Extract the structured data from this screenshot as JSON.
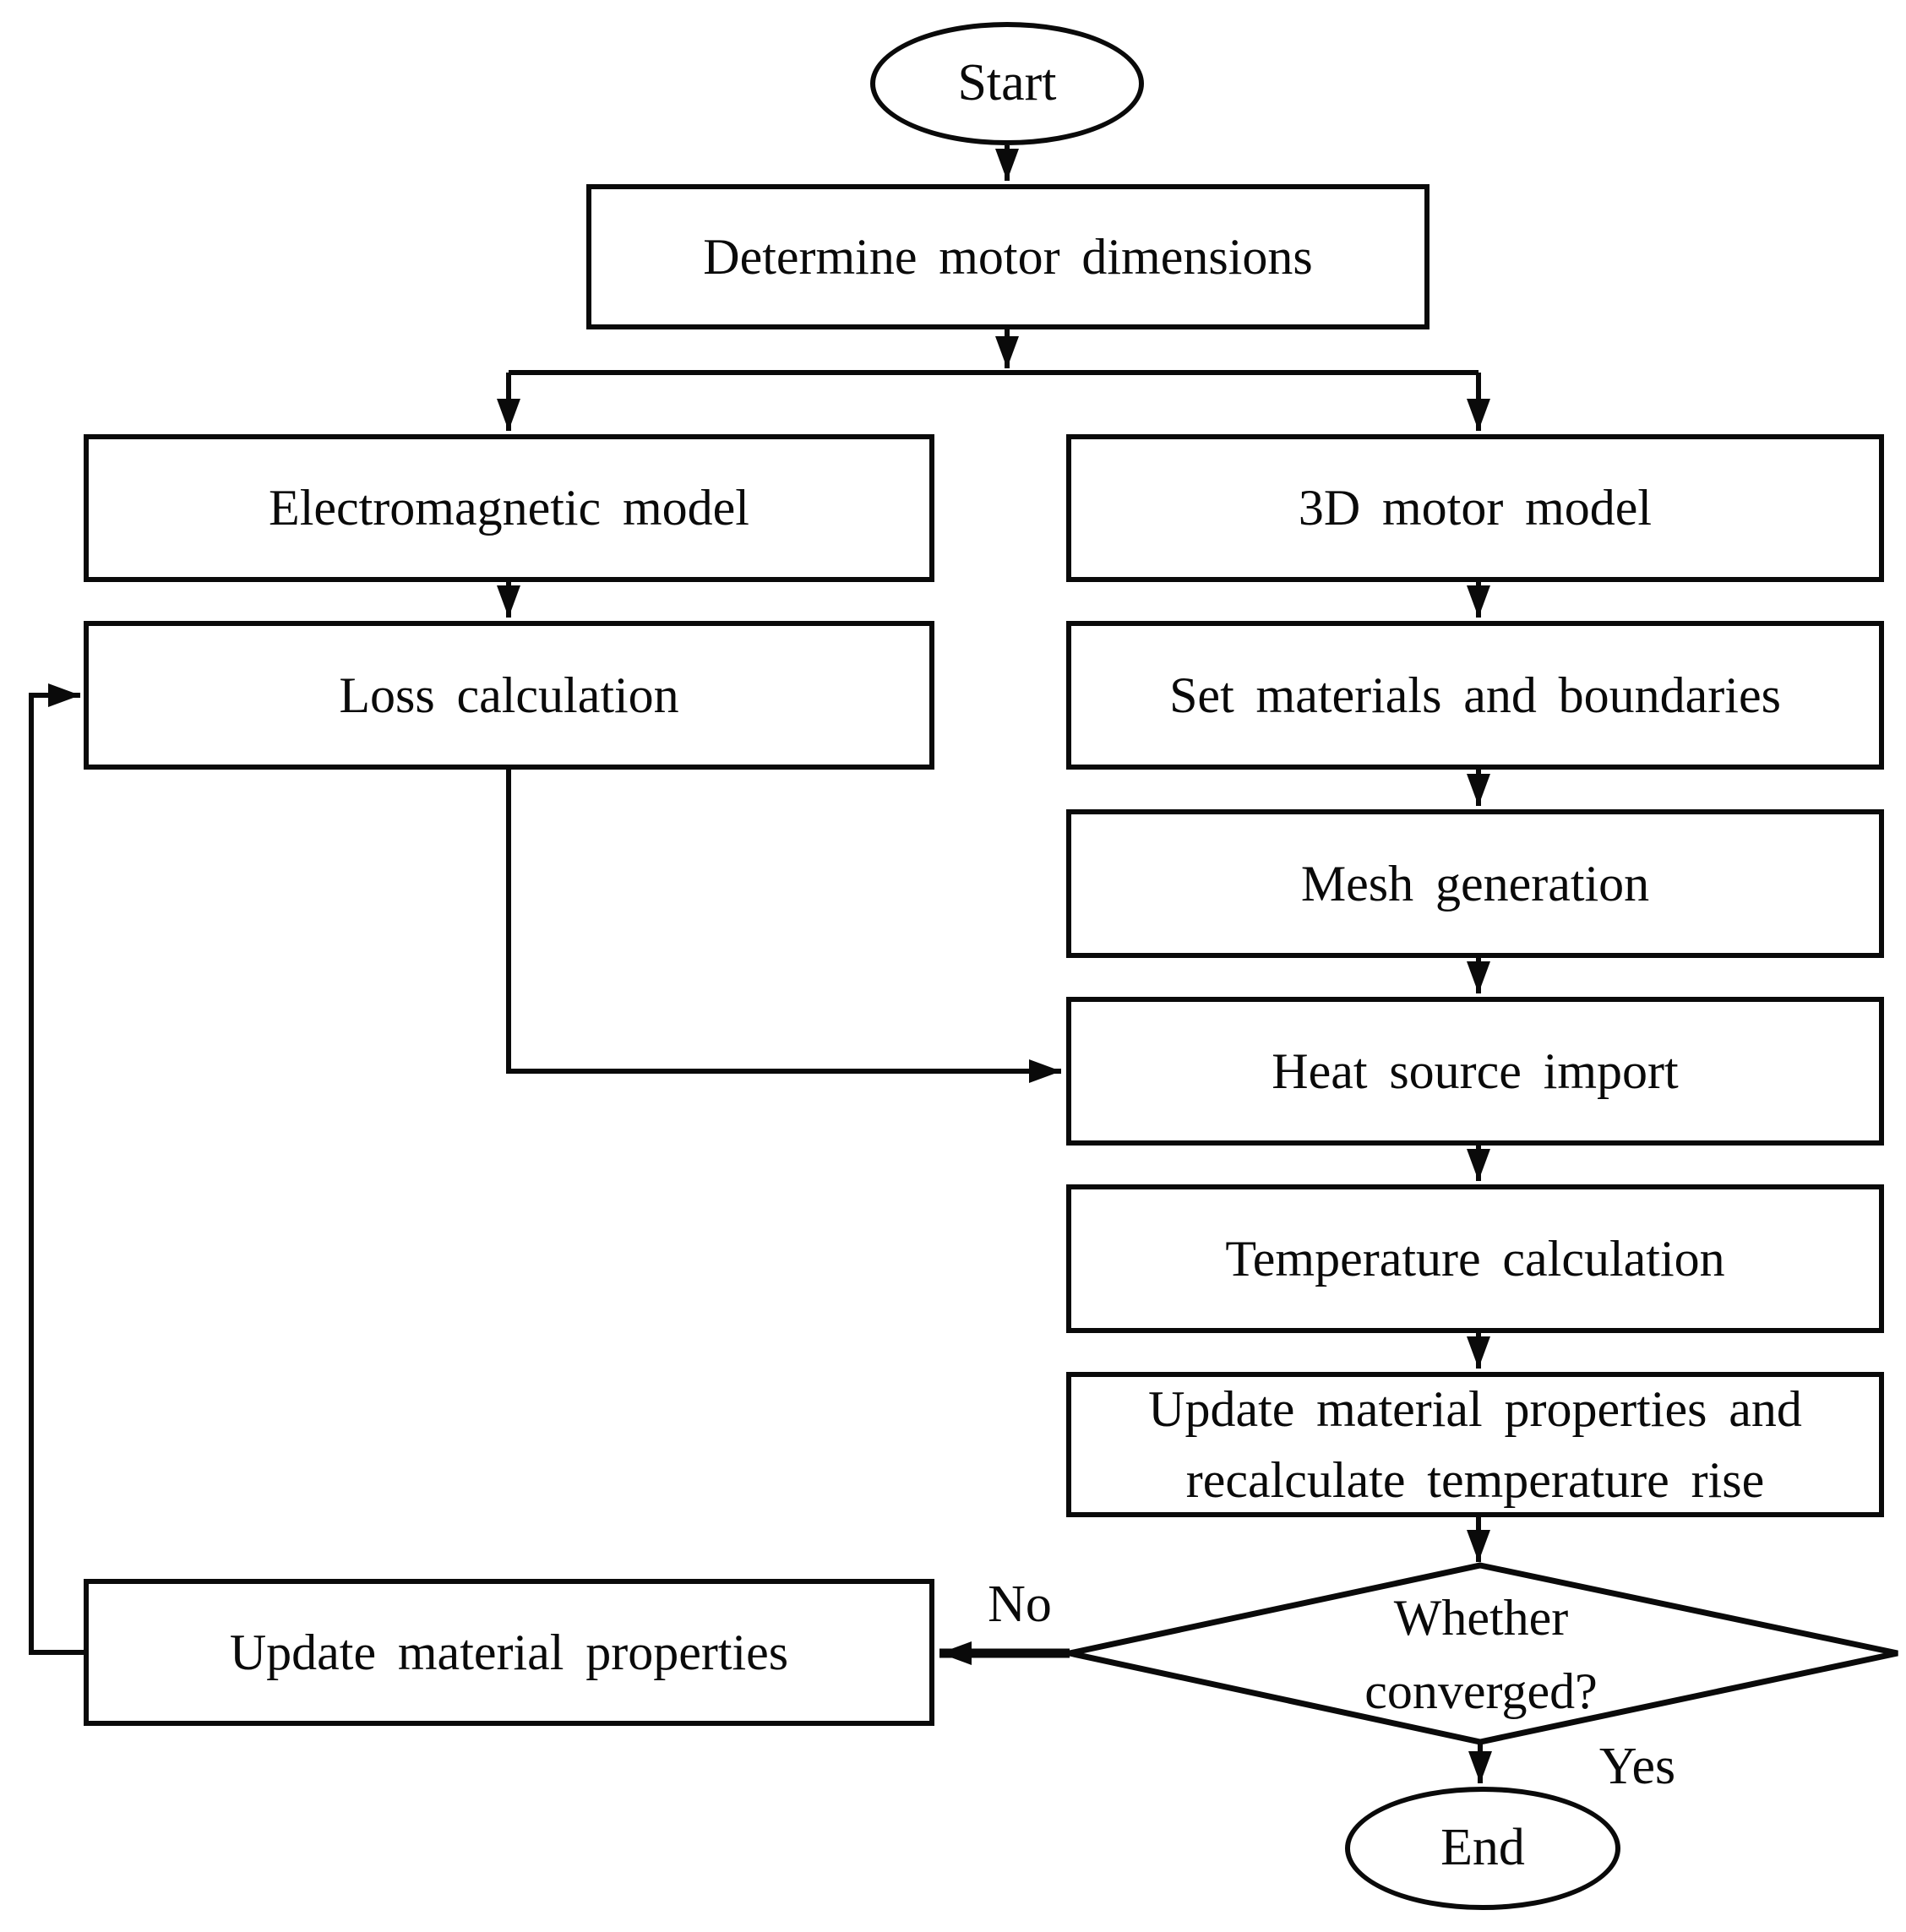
{
  "flowchart": {
    "nodes": {
      "start": {
        "label": "Start"
      },
      "determine_dimensions": {
        "label": "Determine motor dimensions"
      },
      "electromagnetic_model": {
        "label": "Electromagnetic model"
      },
      "loss_calculation": {
        "label": "Loss calculation"
      },
      "motor_model_3d": {
        "label": "3D motor model"
      },
      "set_materials_boundaries": {
        "label": "Set materials and boundaries"
      },
      "mesh_generation": {
        "label": "Mesh generation"
      },
      "heat_source_import": {
        "label": "Heat source import"
      },
      "temperature_calculation": {
        "label": "Temperature calculation"
      },
      "update_and_recalculate": {
        "lines": [
          "Update material properties and",
          "recalculate temperature rise"
        ]
      },
      "convergence_decision": {
        "lines": [
          "Whether",
          "converged?"
        ]
      },
      "update_material_properties": {
        "label": "Update material properties"
      },
      "end": {
        "label": "End"
      }
    },
    "edge_labels": {
      "no": "No",
      "yes": "Yes"
    },
    "colors": {
      "line": "#0a0a0a",
      "node_fill": "#ffffff",
      "background": "#ffffff",
      "text": "#0a0a0a"
    }
  }
}
